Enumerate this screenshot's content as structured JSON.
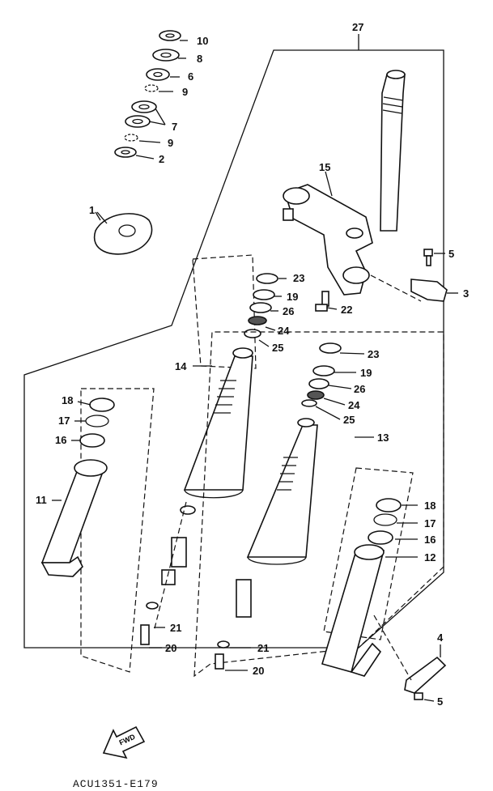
{
  "diagram": {
    "callouts": {
      "c1": "1",
      "c2": "2",
      "c3": "3",
      "c4": "4",
      "c5a": "5",
      "c5b": "5",
      "c6": "6",
      "c7": "7",
      "c8": "8",
      "c9a": "9",
      "c9b": "9",
      "c10": "10",
      "c11": "11",
      "c12": "12",
      "c13": "13",
      "c14": "14",
      "c15": "15",
      "c16a": "16",
      "c16b": "16",
      "c17a": "17",
      "c17b": "17",
      "c18a": "18",
      "c18b": "18",
      "c19a": "19",
      "c19b": "19",
      "c20a": "20",
      "c20b": "20",
      "c21a": "21",
      "c21b": "21",
      "c22": "22",
      "c23a": "23",
      "c23b": "23",
      "c24a": "24",
      "c24b": "24",
      "c25a": "25",
      "c25b": "25",
      "c26a": "26",
      "c26b": "26",
      "c27": "27"
    },
    "fwd_label": "FWD",
    "drawing_code": "ACU1351-E179"
  },
  "colors": {
    "ink": "#111111",
    "paper": "#ffffff"
  }
}
